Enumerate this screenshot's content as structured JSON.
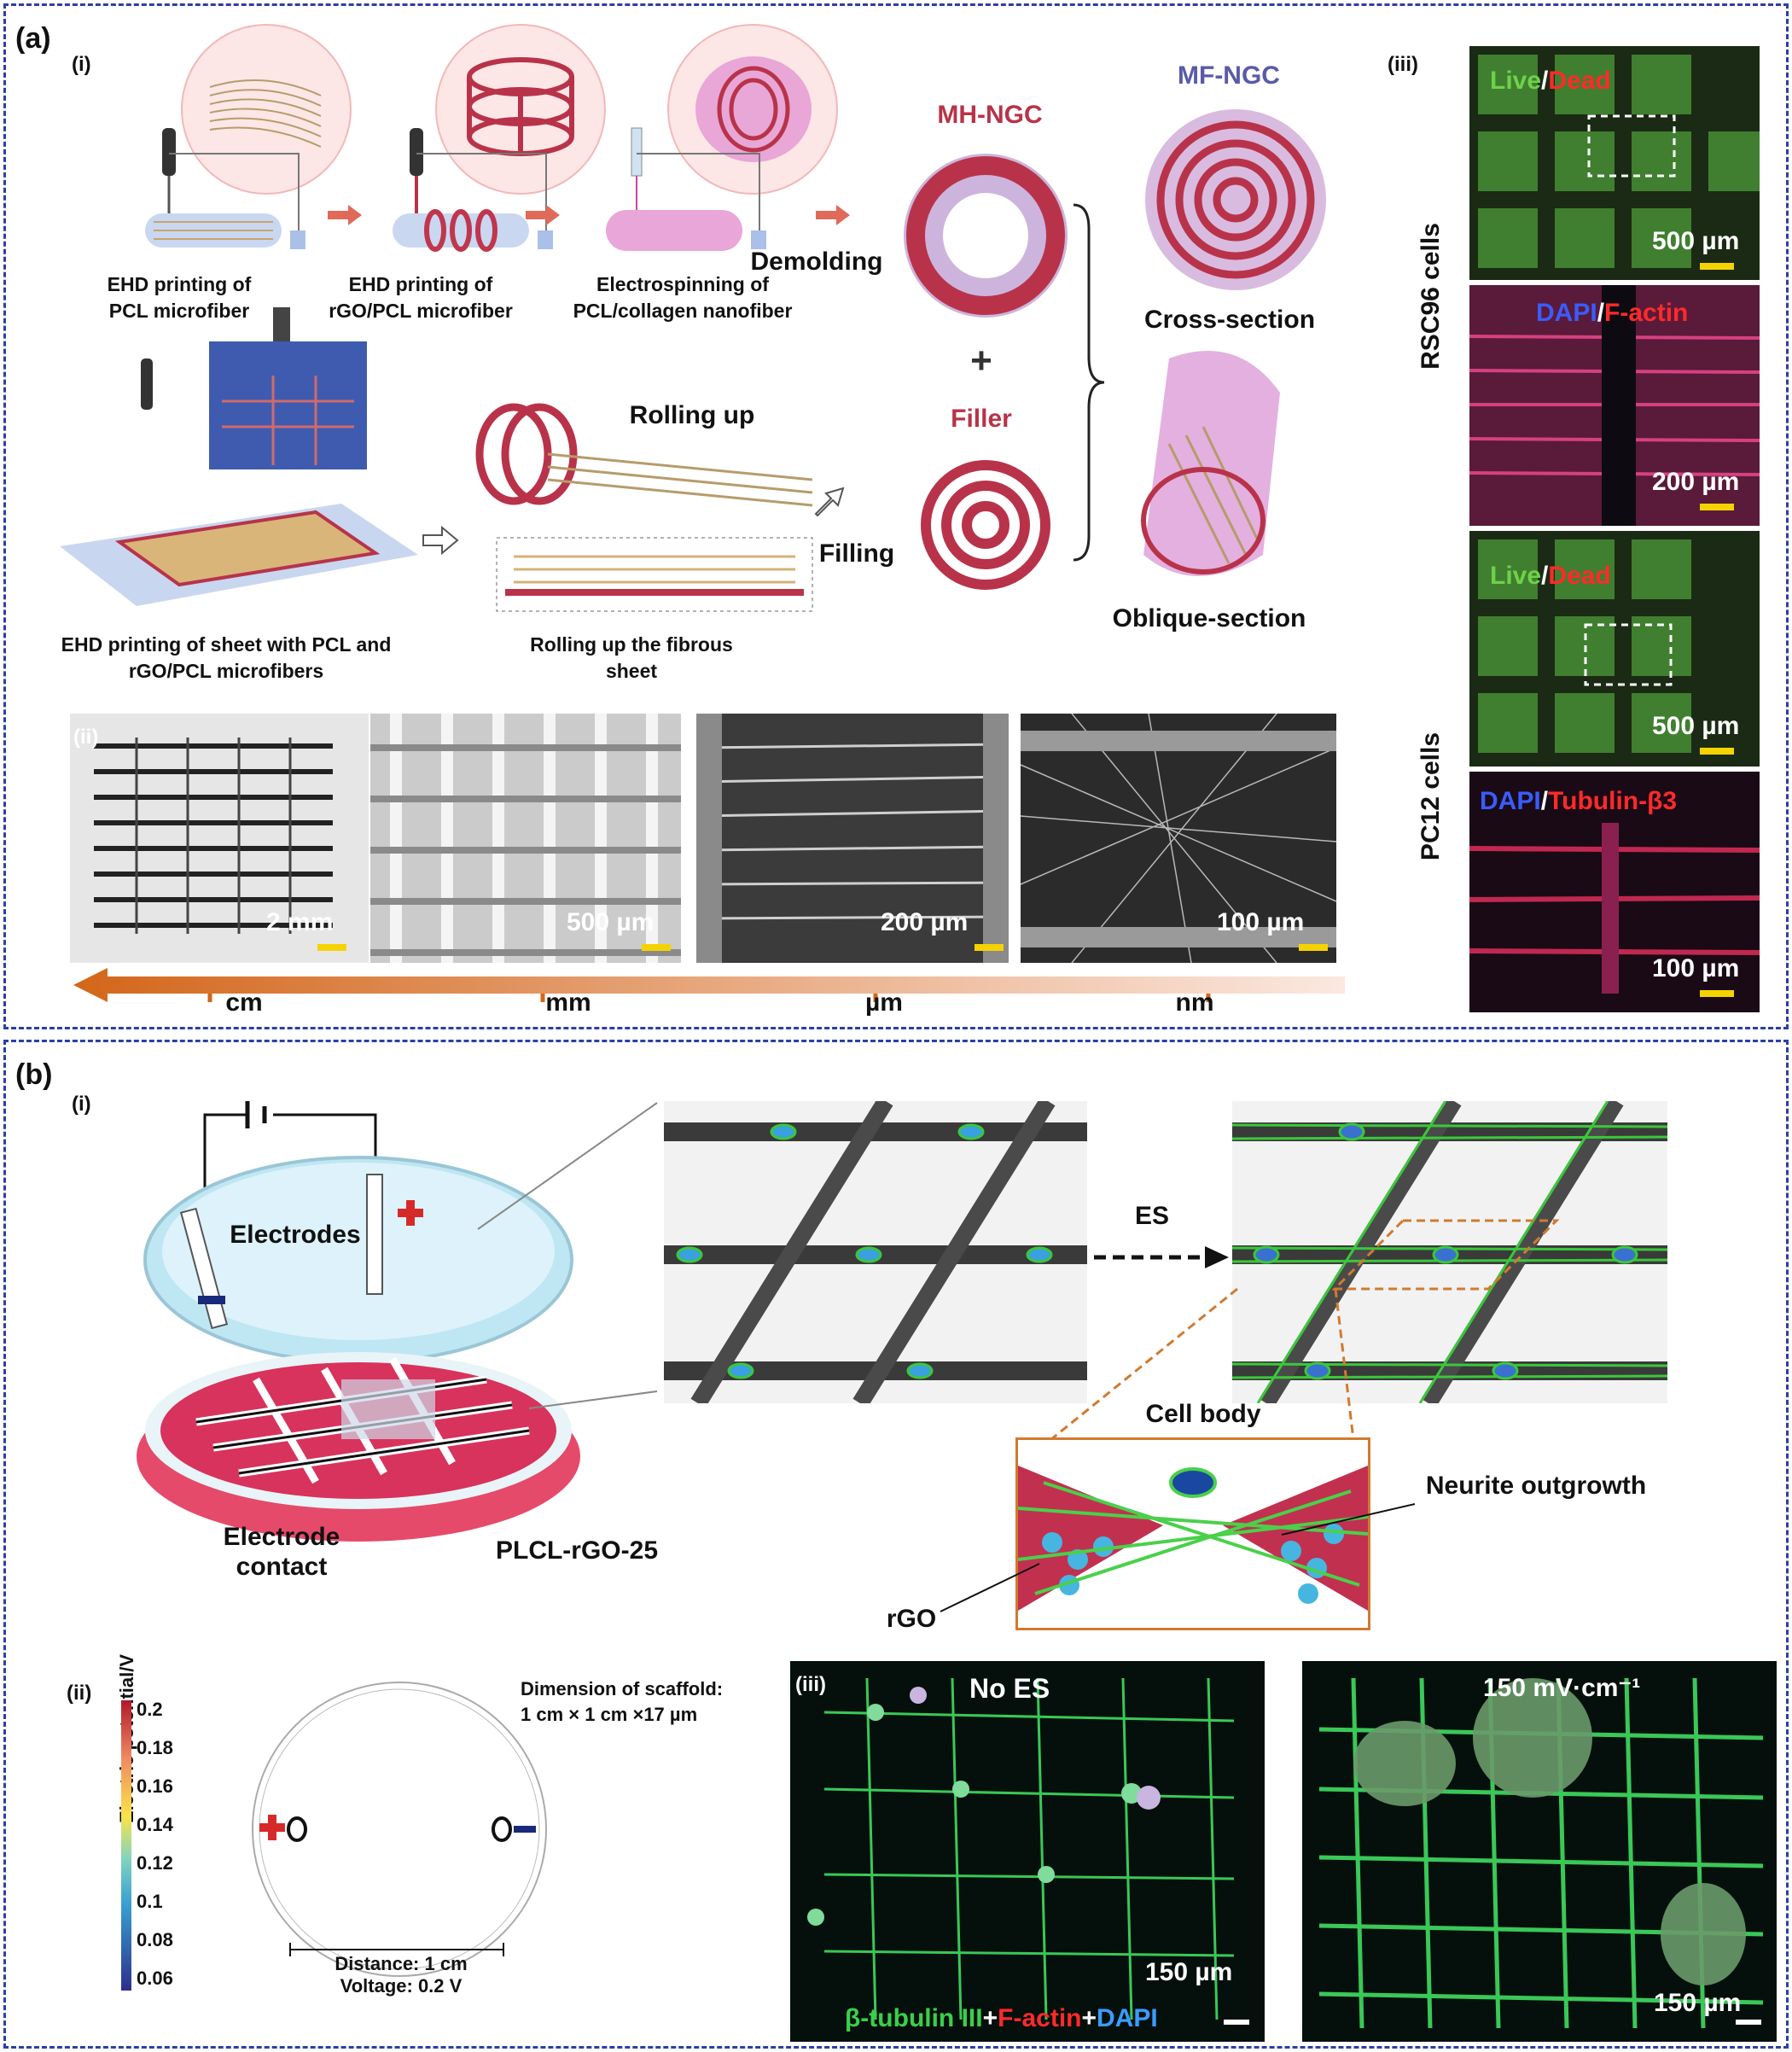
{
  "panel_a": {
    "label": "(a)",
    "sub_i": "(i)",
    "sub_ii": "(ii)",
    "sub_iii": "(iii)",
    "steps": [
      "EHD printing of PCL microfiber",
      "EHD printing of rGO/PCL microfiber",
      "Electrospinning of PCL/collagen nanofiber"
    ],
    "sheet_caption": "EHD printing of sheet with PCL and rGO/PCL microfibers",
    "rolling_caption": "Rolling up the fibrous sheet",
    "rolling_up": "Rolling up",
    "filling": "Filling",
    "demolding": "Demolding",
    "mh_ngc": "MH-NGC",
    "mf_ngc": "MF-NGC",
    "filler": "Filler",
    "plus": "+",
    "cross_section": "Cross-section",
    "oblique_section": "Oblique-section",
    "scales_ii": [
      "2 mm",
      "500 µm",
      "200 µm",
      "100 µm"
    ],
    "scale_units": [
      "cm",
      "mm",
      "µm",
      "nm"
    ],
    "rsc96": "RSC96 cells",
    "pc12": "PC12 cells",
    "stain_live": "Live",
    "stain_dead": "Dead",
    "stain_slash": "/",
    "stain_dapi": "DAPI",
    "stain_factin": "F-actin",
    "stain_tubulin": "Tubulin-β3",
    "scales_iii": [
      "500 µm",
      "200 µm",
      "500 µm",
      "100 µm"
    ]
  },
  "panel_b": {
    "label": "(b)",
    "sub_i": "(i)",
    "sub_ii": "(ii)",
    "sub_iii": "(iii)",
    "electrodes": "Electrodes",
    "electrode_contact": "Electrode contact",
    "scaffold_name": "PLCL-rGO-25",
    "es": "ES",
    "cell_body": "Cell body",
    "neurite": "Neurite outgrowth",
    "rgo": "rGO",
    "colorbar_title": "Electric potential/V",
    "colorbar_ticks": [
      "0.2",
      "0.18",
      "0.16",
      "0.14",
      "0.12",
      "0.1",
      "0.08",
      "0.06"
    ],
    "dimension_label": "Dimension of scaffold:",
    "dimension_value": "1 cm × 1 cm ×17 µm",
    "distance": "Distance: 1 cm",
    "voltage": "Voltage: 0.2 V",
    "no_es": "No ES",
    "es_field": "150 mV·cm⁻¹",
    "scale_150": "150 µm",
    "stain_tubulin": "β-tubulin III",
    "stain_plus": "+",
    "stain_factin": "F-actin",
    "stain_dapi": "DAPI"
  },
  "colors": {
    "border": "#2b3fa8",
    "ngc_red": "#b8334a",
    "mf_blue": "#5a5aa8",
    "live_green": "#6fd14a",
    "dead_red": "#ff2a2a",
    "dapi_blue": "#3a5cff",
    "scalebar_yellow": "#f5d300"
  }
}
